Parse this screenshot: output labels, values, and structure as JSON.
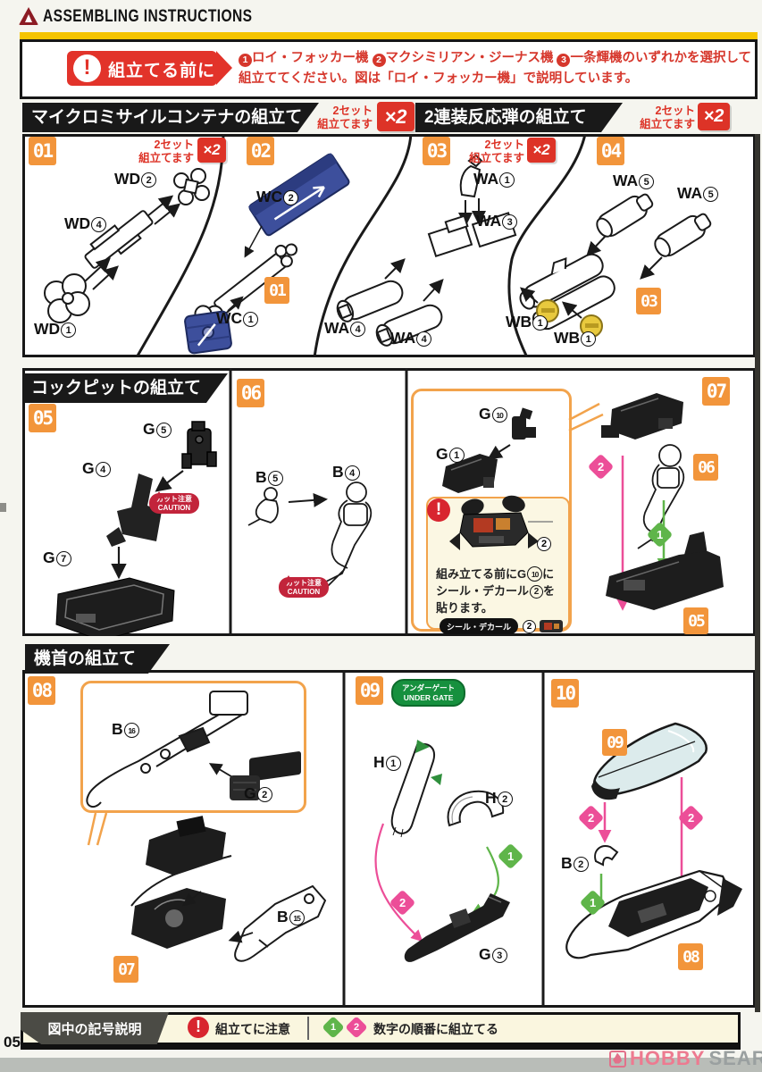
{
  "header": {
    "title": "ASSEMBLING INSTRUCTIONS"
  },
  "notice": {
    "badge": "組立てる前に",
    "excl": "!",
    "items": [
      {
        "n": "1",
        "t": "ロイ・フォッカー機 "
      },
      {
        "n": "2",
        "t": "マクシミリアン・ジーナス機 "
      },
      {
        "n": "3",
        "t": "一条輝機のいずれかを選択して"
      }
    ],
    "line2": "組立ててください。図は「ロイ・フォッカー機」で説明しています。"
  },
  "sets_note": {
    "line1": "2セット",
    "line2": "組立てます",
    "times": "×2"
  },
  "sections": {
    "s1": "マイクロミサイルコンテナの組立て",
    "s2": "2連装反応弾の組立て",
    "s3": "コックピットの組立て",
    "s4": "機首の組立て"
  },
  "steps": {
    "s01": "01",
    "s02": "02",
    "s03": "03",
    "s04": "04",
    "s05": "05",
    "s06": "06",
    "s07": "07",
    "s08": "08",
    "s09": "09",
    "s10": "10"
  },
  "parts": {
    "wd1": {
      "p": "WD",
      "n": "1"
    },
    "wd2": {
      "p": "WD",
      "n": "2"
    },
    "wd4": {
      "p": "WD",
      "n": "4"
    },
    "wc1": {
      "p": "WC",
      "n": "1"
    },
    "wc2": {
      "p": "WC",
      "n": "2"
    },
    "wa1": {
      "p": "WA",
      "n": "1"
    },
    "wa3": {
      "p": "WA",
      "n": "3"
    },
    "wa4": {
      "p": "WA",
      "n": "4"
    },
    "wa5": {
      "p": "WA",
      "n": "5"
    },
    "wb1": {
      "p": "WB",
      "n": "1"
    },
    "g1": {
      "p": "G",
      "n": "1"
    },
    "g2": {
      "p": "G",
      "n": "2"
    },
    "g3": {
      "p": "G",
      "n": "3"
    },
    "g4": {
      "p": "G",
      "n": "4"
    },
    "g5": {
      "p": "G",
      "n": "5"
    },
    "g7": {
      "p": "G",
      "n": "7"
    },
    "g10": {
      "p": "G",
      "n": "10"
    },
    "b2": {
      "p": "B",
      "n": "2"
    },
    "b4": {
      "p": "B",
      "n": "4"
    },
    "b5": {
      "p": "B",
      "n": "5"
    },
    "b15": {
      "p": "B",
      "n": "15"
    },
    "b16": {
      "p": "B",
      "n": "16"
    },
    "h1": {
      "p": "H",
      "n": "1"
    },
    "h2": {
      "p": "H",
      "n": "2"
    }
  },
  "caution": {
    "jp": "カット注意",
    "en": "CAUTION"
  },
  "under_gate": {
    "jp": "アンダーゲート",
    "en": "UNDER GATE"
  },
  "decal_note": {
    "t1a": "組み立てる前に",
    "t1b": "に",
    "seal": "シール・デカール",
    "ref_n": "2",
    "t2b": "を",
    "t3": "貼ります。"
  },
  "order_markers": {
    "one": "1",
    "two": "2"
  },
  "legend": {
    "title": "図中の記号説明",
    "excl": "!",
    "item1": "組立てに注意",
    "item2": "数字の順番に組立てる"
  },
  "page_number": "05",
  "watermark": {
    "w1": "HOBBY",
    "w2": "SEARCH"
  },
  "colors": {
    "accent_orange": "#F2953B",
    "accent_red": "#DD3327",
    "part_blue": "#3D4F9C",
    "part_yellow": "#E8C93E",
    "order_green": "#5FB54A",
    "order_pink": "#EC4E98",
    "banner_black": "#191919",
    "cream": "#FAF6DF",
    "undergate_green": "#16903E"
  }
}
